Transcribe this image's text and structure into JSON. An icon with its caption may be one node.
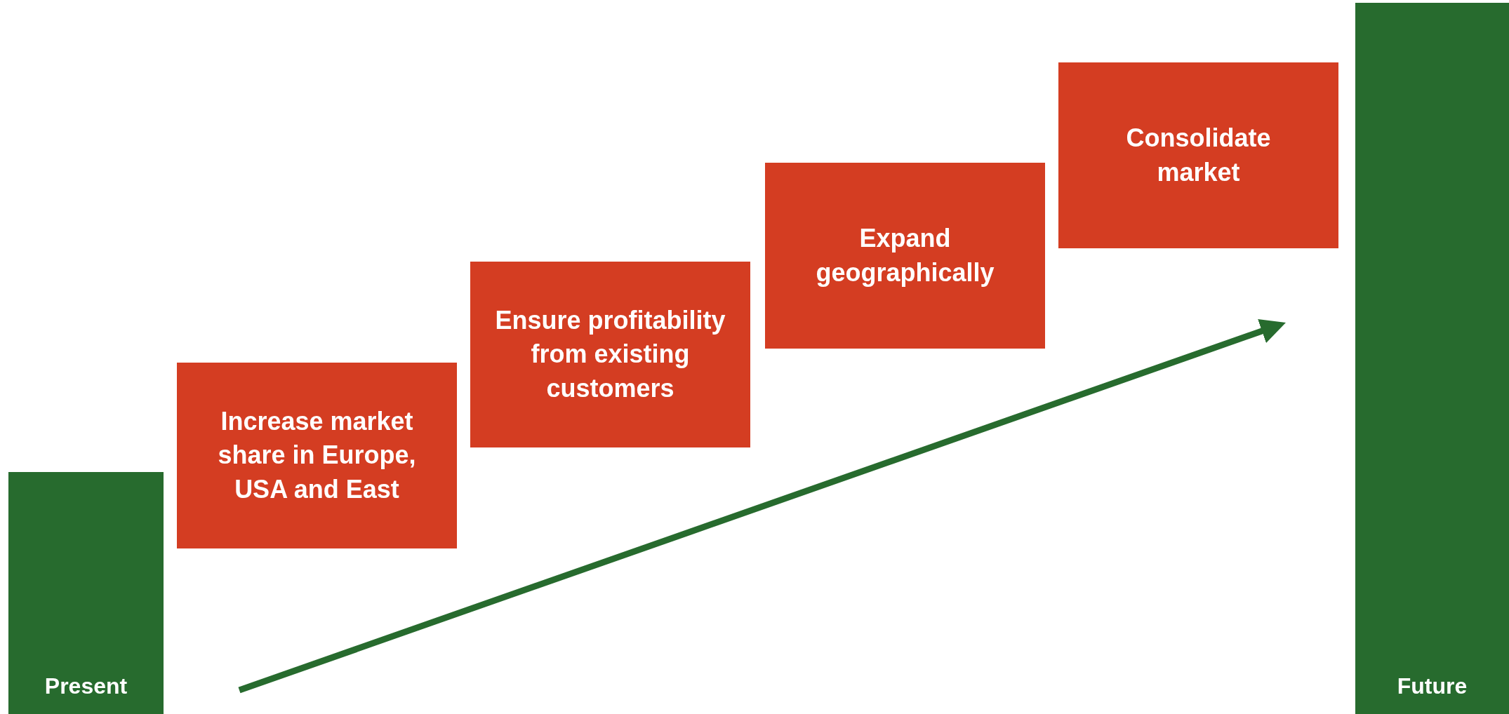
{
  "diagram": {
    "nodes": [
      {
        "text": [
          "Present"
        ]
      },
      {
        "text": [
          "Increase market share in Europe, USA and East"
        ]
      },
      {
        "text": [
          "Ensure profitability from existing customers"
        ]
      },
      {
        "text": [
          "Expand geographically"
        ]
      },
      {
        "text": [
          "Consolidate market"
        ]
      },
      {
        "text": [
          "Future"
        ]
      }
    ]
  }
}
